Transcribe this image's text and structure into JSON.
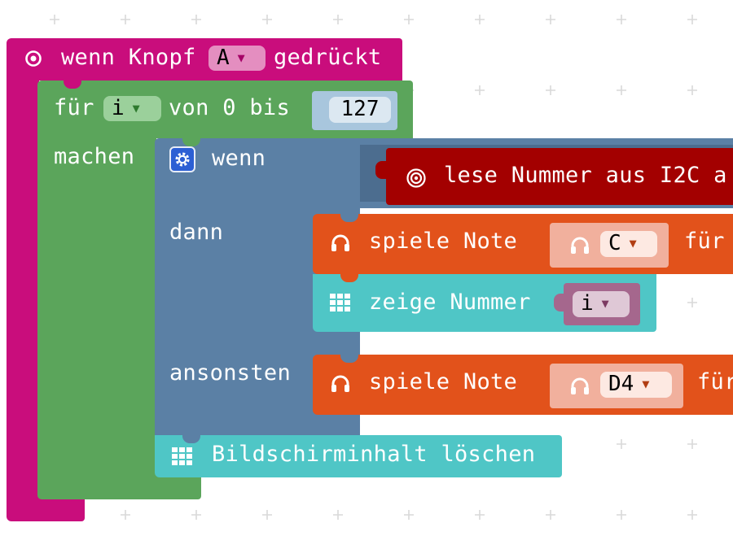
{
  "colors": {
    "event": "#c90d7c",
    "loop": "#5ba55b",
    "logic": "#5b80a5",
    "i2c": "#a30000",
    "music": "#e2521b",
    "basic": "#4fc6c6",
    "variable": "#a5678d"
  },
  "event_block": {
    "icon": "target-icon",
    "label_before": "wenn Knopf",
    "button_value": "A",
    "label_after": "gedrückt"
  },
  "for_block": {
    "label_for": "für",
    "var": "i",
    "label_from": "von 0 bis",
    "to_value": "127",
    "label_do": "machen"
  },
  "if_block": {
    "icon": "gear-icon",
    "label_if": "wenn",
    "label_then": "dann",
    "label_else": "ansonsten"
  },
  "i2c_block": {
    "icon": "target-icon",
    "label": "lese Nummer aus I2C a"
  },
  "play_note_1": {
    "icon": "headphones-icon",
    "label": "spiele Note",
    "note": "C",
    "label_for": "für"
  },
  "show_number": {
    "icon": "grid-icon",
    "label": "zeige Nummer",
    "var": "i"
  },
  "play_note_2": {
    "icon": "headphones-icon",
    "label": "spiele Note",
    "note": "D4",
    "label_for": "für"
  },
  "clear_screen": {
    "icon": "grid-icon",
    "label": "Bildschirminhalt löschen"
  }
}
